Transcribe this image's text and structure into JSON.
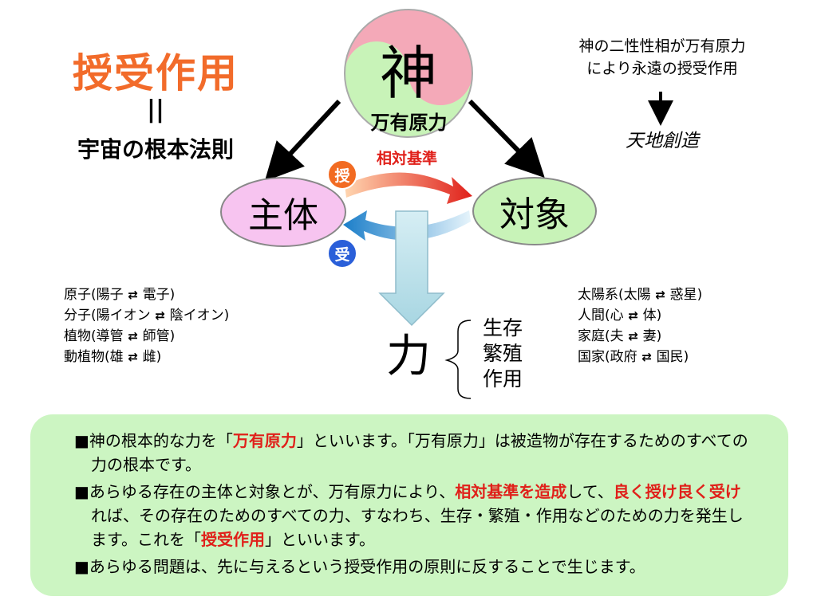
{
  "title": "授受作用",
  "equals": "||",
  "subtitle": "宇宙の根本法則",
  "note": [
    "神の二性性相が万有原力",
    "により永遠の授受作用"
  ],
  "creation": "天地創造",
  "god": "神",
  "god_sub": "万有原力",
  "relation": "相対基準",
  "subject": "主体",
  "object": "対象",
  "give": "授",
  "receive": "受",
  "power": "力",
  "effects": [
    "生存",
    "繁殖",
    "作用"
  ],
  "swap_symbol": "⇄",
  "examples_left": [
    {
      "a": "原子(陽子",
      "b": "電子)"
    },
    {
      "a": "分子(陽イオン",
      "b": "陰イオン)"
    },
    {
      "a": "植物(導管",
      "b": "師管)"
    },
    {
      "a": "動植物(雄",
      "b": "雌)"
    }
  ],
  "examples_right": [
    {
      "a": "太陽系(太陽",
      "b": "惑星)"
    },
    {
      "a": "人間(心",
      "b": "体)"
    },
    {
      "a": "家庭(夫",
      "b": "妻)"
    },
    {
      "a": "国家(政府",
      "b": "国民)"
    }
  ],
  "colors": {
    "title": "#f26b2a",
    "emphasis": "#e0201a",
    "subject_fill": "#f7c4f0",
    "object_fill": "#c8f3b8",
    "box_fill": "#ccf5c2",
    "give": "#f26b22",
    "receive": "#2a5fd9"
  },
  "paragraphs": [
    [
      {
        "t": "■神の根本的な力を「"
      },
      {
        "t": "万有原力",
        "em": true
      },
      {
        "t": "」といいます。「万有原力」は被造物が存在するためのすべての力の根本です。"
      }
    ],
    [
      {
        "t": "■あらゆる存在の主体と対象とが、万有原力により、"
      },
      {
        "t": "相対基準を造成",
        "em": true
      },
      {
        "t": "して、"
      },
      {
        "t": "良く授け良く受け",
        "em": true
      },
      {
        "t": "れば、その存在のためのすべての力、すなわち、生存・繁殖・作用などのための力を発生します。これを「"
      },
      {
        "t": "授受作用",
        "em": true
      },
      {
        "t": "」といいます。"
      }
    ],
    [
      {
        "t": "■あらゆる問題は、先に与えるという授受作用の原則に反することで生じます。"
      }
    ]
  ]
}
